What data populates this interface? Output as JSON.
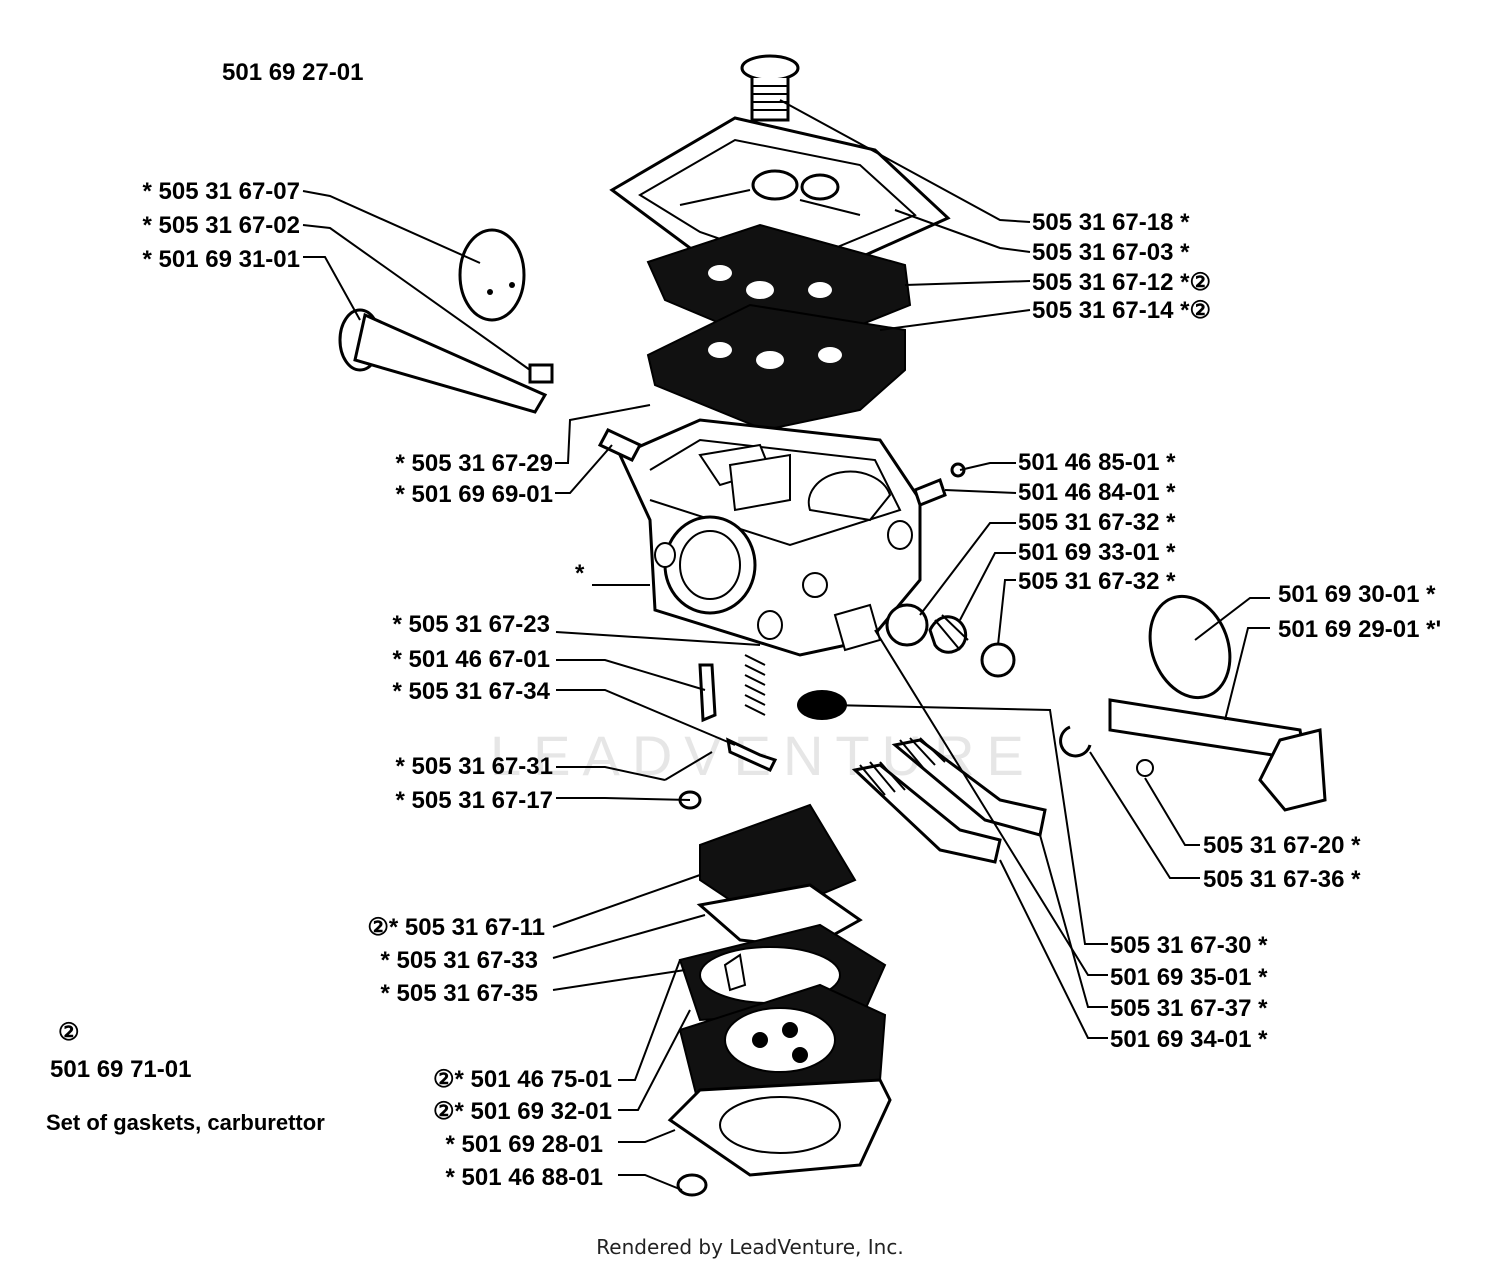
{
  "assembly_number": "501 69 27-01",
  "footer_text": "Rendered by LeadVenture, Inc.",
  "watermark_text": "LEADVENTURE",
  "kit": {
    "symbol": "②",
    "number": "501 69 71-01",
    "description": "Set of gaskets, carburettor"
  },
  "lone_asterisk": "*",
  "parts": [
    {
      "id": "p-505-31-67-07",
      "label": "* 505 31 67-07"
    },
    {
      "id": "p-505-31-67-02",
      "label": "* 505 31 67-02"
    },
    {
      "id": "p-501-69-31-01",
      "label": "* 501 69 31-01"
    },
    {
      "id": "p-505-31-67-18",
      "label": "505 31 67-18 *"
    },
    {
      "id": "p-505-31-67-03",
      "label": "505 31 67-03 *"
    },
    {
      "id": "p-505-31-67-12",
      "label": "505 31 67-12 *②"
    },
    {
      "id": "p-505-31-67-14",
      "label": "505 31 67-14 *②"
    },
    {
      "id": "p-505-31-67-29",
      "label": "* 505 31 67-29"
    },
    {
      "id": "p-501-69-69-01",
      "label": "* 501 69 69-01"
    },
    {
      "id": "p-501-46-85-01",
      "label": "501 46 85-01 *"
    },
    {
      "id": "p-501-46-84-01",
      "label": "501 46 84-01 *"
    },
    {
      "id": "p-505-31-67-32a",
      "label": "505 31 67-32 *"
    },
    {
      "id": "p-501-69-33-01",
      "label": "501 69 33-01 *"
    },
    {
      "id": "p-505-31-67-32b",
      "label": "505 31 67-32 *"
    },
    {
      "id": "p-501-69-30-01",
      "label": "501 69 30-01 *"
    },
    {
      "id": "p-501-69-29-01",
      "label": "501 69 29-01 *'"
    },
    {
      "id": "p-505-31-67-23",
      "label": "* 505 31 67-23"
    },
    {
      "id": "p-501-46-67-01",
      "label": "* 501 46 67-01"
    },
    {
      "id": "p-505-31-67-34",
      "label": "* 505 31 67-34"
    },
    {
      "id": "p-505-31-67-31",
      "label": "* 505 31 67-31"
    },
    {
      "id": "p-505-31-67-17",
      "label": "* 505 31 67-17"
    },
    {
      "id": "p-505-31-67-20",
      "label": "505 31 67-20 *"
    },
    {
      "id": "p-505-31-67-36",
      "label": "505 31 67-36 *"
    },
    {
      "id": "p-505-31-67-11",
      "label": "②* 505 31 67-11"
    },
    {
      "id": "p-505-31-67-33",
      "label": "* 505 31 67-33"
    },
    {
      "id": "p-505-31-67-35",
      "label": "* 505 31 67-35"
    },
    {
      "id": "p-505-31-67-30",
      "label": "505 31 67-30 *"
    },
    {
      "id": "p-501-69-35-01",
      "label": "501 69 35-01 *"
    },
    {
      "id": "p-505-31-67-37",
      "label": "505 31 67-37 *"
    },
    {
      "id": "p-501-69-34-01",
      "label": "501 69 34-01 *"
    },
    {
      "id": "p-501-46-75-01",
      "label": "②* 501 46 75-01"
    },
    {
      "id": "p-501-69-32-01",
      "label": "②* 501 69 32-01"
    },
    {
      "id": "p-501-69-28-01",
      "label": "* 501 69 28-01"
    },
    {
      "id": "p-501-46-88-01",
      "label": "* 501 46 88-01"
    }
  ]
}
